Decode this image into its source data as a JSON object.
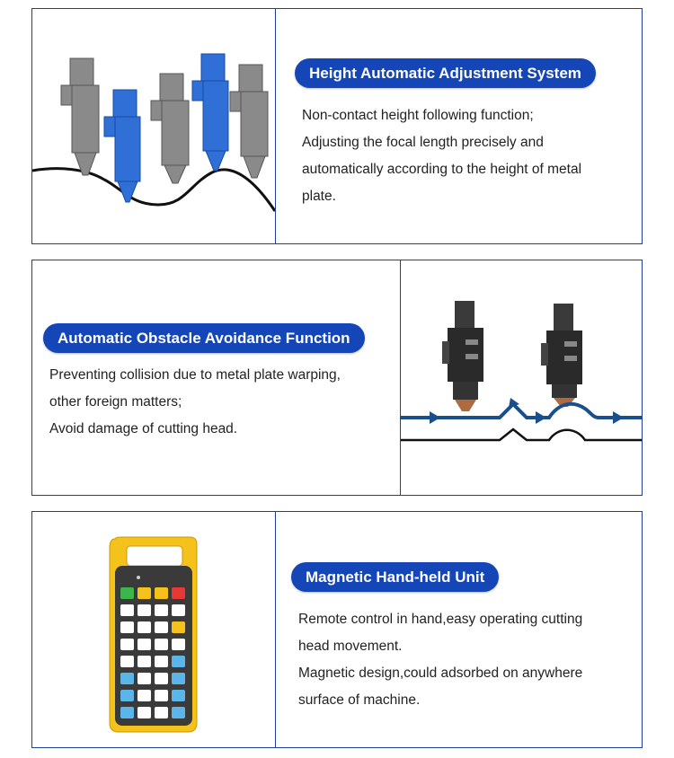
{
  "section1": {
    "title": "Height Automatic Adjustment System",
    "lines": [
      "Non-contact height following function;",
      "Adjusting the focal length precisely and",
      "automatically according to the height of metal",
      "plate."
    ]
  },
  "section2": {
    "title": "Automatic Obstacle Avoidance Function",
    "lines": [
      "Preventing collision due to metal plate warping,",
      "other foreign matters;",
      "Avoid damage of cutting head."
    ]
  },
  "section3": {
    "title": "Magnetic Hand-held Unit",
    "lines": [
      "Remote control in hand,easy operating cutting",
      "head movement.",
      "Magnetic design,could adsorbed on anywhere",
      "surface of machine."
    ]
  },
  "colors": {
    "accent": "#1446b8",
    "border": "#1f3f9a",
    "head_blue": "#2f6fd6",
    "head_gray": "#8a8a8a",
    "remote_yellow": "#f4c21a"
  }
}
